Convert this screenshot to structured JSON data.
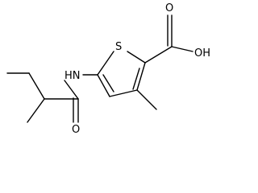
{
  "molecule": {
    "atoms": {
      "sulfur": "S",
      "carboxyl_oxygen": "O",
      "hydroxyl": "OH",
      "amine": "HN",
      "amide_oxygen": "O"
    }
  }
}
